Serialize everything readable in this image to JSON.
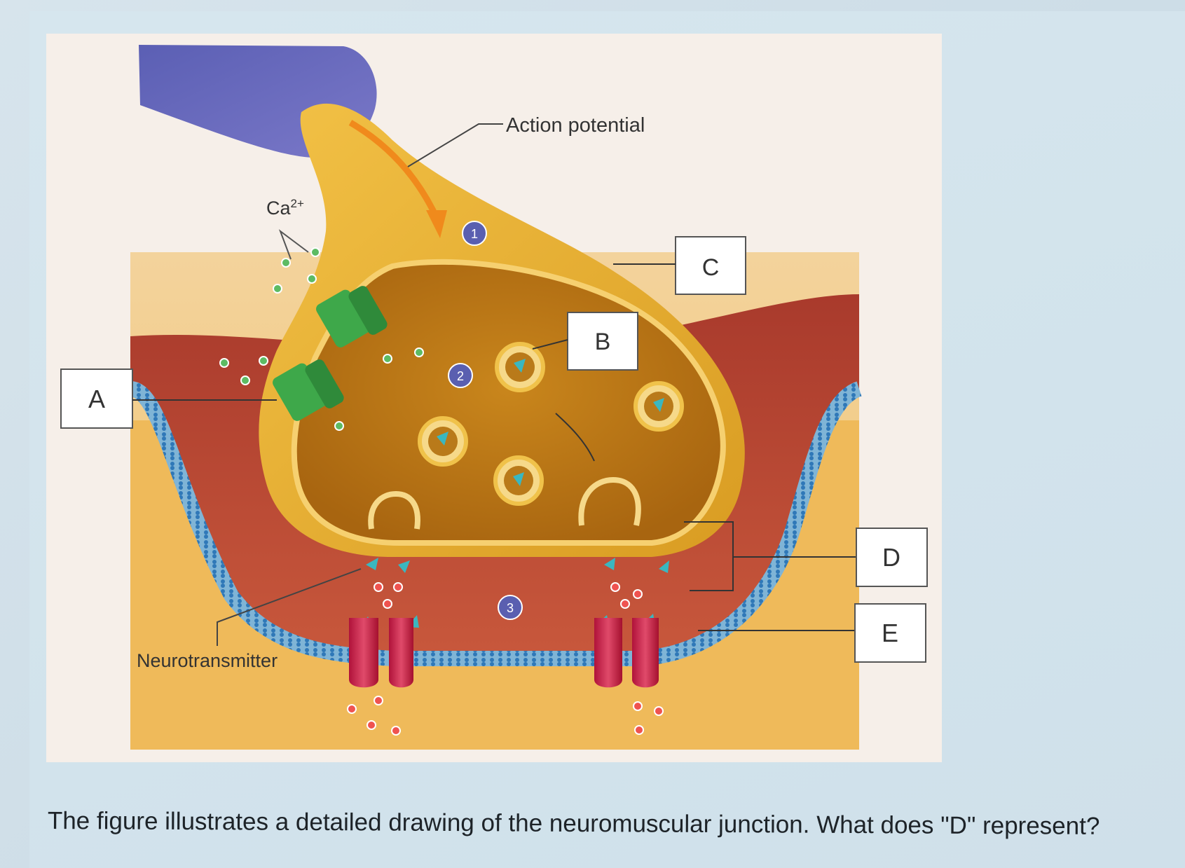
{
  "figure": {
    "labels": {
      "action_potential": "Action potential",
      "calcium": "Ca",
      "calcium_charge": "2+",
      "neurotransmitter": "Neurotransmitter",
      "step1": "1",
      "step2": "2",
      "step3": "3",
      "box_a": "A",
      "box_b": "B",
      "box_c": "C",
      "box_d": "D",
      "box_e": "E"
    }
  },
  "question": {
    "text": "The figure illustrates a detailed drawing of the neuromuscular junction. What does \"D\" represent?"
  }
}
